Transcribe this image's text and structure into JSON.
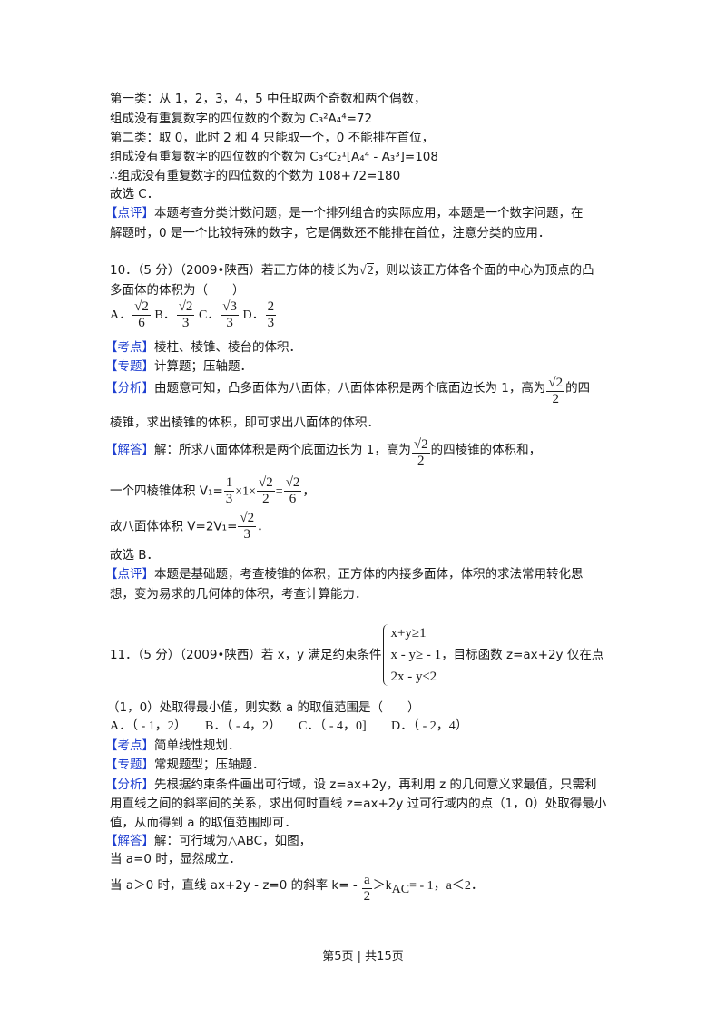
{
  "solution_prev": {
    "lines": [
      "第一类：从 1，2，3，4，5 中任取两个奇数和两个偶数，",
      "组成没有重复数字的四位数的个数为 C₃²A₄⁴=72",
      "第二类：取 0，此时 2 和 4 只能取一个，0 不能排在首位，",
      "组成没有重复数字的四位数的个数为 C₃²C₂¹[A₄⁴ - A₃³]=108",
      "∴组成没有重复数字的四位数的个数为 108+72=180",
      "故选 C．"
    ],
    "comment_label": "【点评】",
    "comment_line1": "本题考查分类计数问题，是一个排列组合的实际应用，本题是一个数字问题，在",
    "comment_line2": "解题时，0 是一个比较特殊的数字，它是偶数还不能排在首位，注意分类的应用．"
  },
  "q10": {
    "stem_line1_a": "10．（5 分）（2009•陕西）若正方体的棱长为",
    "stem_sqrt": "2",
    "stem_line1_b": "，则以该正方体各个面的中心为顶点的凸",
    "stem_line2": "多面体的体积为（　　）",
    "options": [
      {
        "label": "A．",
        "num": "√2",
        "den": "6"
      },
      {
        "label": "B．",
        "num": "√2",
        "den": "3"
      },
      {
        "label": "C．",
        "num": "√3",
        "den": "3"
      },
      {
        "label": "D．",
        "num": "2",
        "den": "3"
      }
    ],
    "kaodian_label": "【考点】",
    "kaodian": "棱柱、棱锥、棱台的体积．",
    "zhuanti_label": "【专题】",
    "zhuanti": "计算题；压轴题．",
    "fenxi_label": "【分析】",
    "fenxi_a": "由题意可知，凸多面体为八面体，八面体体积是两个底面边长为 1，高为",
    "fenxi_frac_num": "√2",
    "fenxi_frac_den": "2",
    "fenxi_b": "的四",
    "fenxi_line2": "棱锥，求出棱锥的体积，即可求出八面体的体积．",
    "jieda_label": "【解答】",
    "jieda_a": "解：所求八面体体积是两个底面边长为 1，高为",
    "jieda_frac_num": "√2",
    "jieda_frac_den": "2",
    "jieda_b": "的四棱锥的体积和，",
    "v1_prefix": "一个四棱锥体积 V₁=",
    "v1_f1_num": "1",
    "v1_f1_den": "3",
    "v1_mid": "×1×",
    "v1_f2_num": "√2",
    "v1_f2_den": "2",
    "v1_eq": "=",
    "v1_f3_num": "√2",
    "v1_f3_den": "6",
    "v1_end": "，",
    "v_prefix": "故八面体体积 V=2V₁=",
    "v_num": "√2",
    "v_den": "3",
    "v_end": "．",
    "answer": "故选 B．",
    "dianping_label": "【点评】",
    "dianping_line1": "本题是基础题，考查棱锥的体积，正方体的内接多面体，体积的求法常用转化思",
    "dianping_line2": "想，变为易求的几何体的体积，考查计算能力．"
  },
  "q11": {
    "stem_a": "11．（5 分）（2009•陕西）若 x，y 满足约束条件",
    "constraints": [
      "x+y≥1",
      "x - y≥ - 1",
      "2x - y≤2"
    ],
    "stem_b": "，目标函数 z=ax+2y 仅在点",
    "stem_line2": "（1，0）处取得最小值，则实数 a 的取值范围是（　　）",
    "options": [
      "A．（ - 1，2）",
      "B．（ - 4，2）",
      "C．（ - 4，0]",
      "D．（ - 2，4）"
    ],
    "kaodian_label": "【考点】",
    "kaodian": "简单线性规划．",
    "zhuanti_label": "【专题】",
    "zhuanti": "常规题型；压轴题．",
    "fenxi_label": "【分析】",
    "fenxi_line1": "先根据约束条件画出可行域，设 z=ax+2y，再利用 z 的几何意义求最值，只需利",
    "fenxi_line2": "用直线之间的斜率间的关系，求出何时直线 z=ax+2y 过可行域内的点（1，0）处取得最小",
    "fenxi_line3": "值，从而得到 a 的取值范围即可．",
    "jieda_label": "【解答】",
    "jieda_line1": "解：可行域为△ABC，如图，",
    "jieda_line2": "当 a=0 时，显然成立．",
    "jieda_line3_a": "当 a＞0 时，直线 ax+2y - z=0 的斜率 k= - ",
    "jieda_frac_num": "a",
    "jieda_frac_den": "2",
    "jieda_line3_b": "＞k",
    "jieda_line3_sub": "AC",
    "jieda_line3_c": "= - 1，a＜2．"
  },
  "footer": {
    "page_text": "第5页 | 共15页"
  },
  "colors": {
    "label_blue": "#1f3fd0",
    "text": "#1a1a1a"
  }
}
